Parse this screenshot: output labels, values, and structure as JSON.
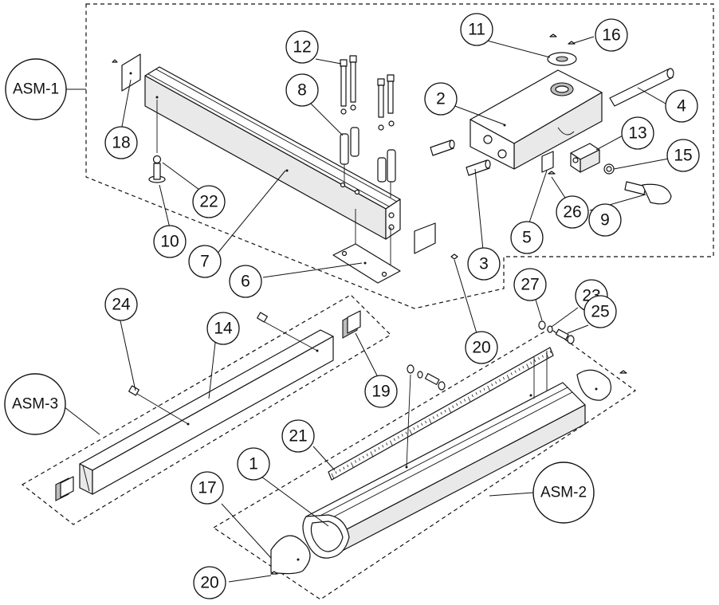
{
  "assemblies": [
    {
      "id": "asm1",
      "label": "ASM-1"
    },
    {
      "id": "asm2",
      "label": "ASM-2"
    },
    {
      "id": "asm3",
      "label": "ASM-3"
    }
  ],
  "callouts": [
    {
      "id": "c1",
      "label": "1"
    },
    {
      "id": "c2",
      "label": "2"
    },
    {
      "id": "c3",
      "label": "3"
    },
    {
      "id": "c4",
      "label": "4"
    },
    {
      "id": "c5",
      "label": "5"
    },
    {
      "id": "c6",
      "label": "6"
    },
    {
      "id": "c7",
      "label": "7"
    },
    {
      "id": "c8",
      "label": "8"
    },
    {
      "id": "c9",
      "label": "9"
    },
    {
      "id": "c10",
      "label": "10"
    },
    {
      "id": "c11",
      "label": "11"
    },
    {
      "id": "c12",
      "label": "12"
    },
    {
      "id": "c13",
      "label": "13"
    },
    {
      "id": "c14",
      "label": "14"
    },
    {
      "id": "c15",
      "label": "15"
    },
    {
      "id": "c16",
      "label": "16"
    },
    {
      "id": "c17",
      "label": "17"
    },
    {
      "id": "c18",
      "label": "18"
    },
    {
      "id": "c19",
      "label": "19"
    },
    {
      "id": "c20a",
      "label": "20"
    },
    {
      "id": "c20b",
      "label": "20"
    },
    {
      "id": "c21",
      "label": "21"
    },
    {
      "id": "c22",
      "label": "22"
    },
    {
      "id": "c23",
      "label": "23"
    },
    {
      "id": "c24",
      "label": "24"
    },
    {
      "id": "c25",
      "label": "25"
    },
    {
      "id": "c26",
      "label": "26"
    },
    {
      "id": "c27",
      "label": "27"
    }
  ]
}
